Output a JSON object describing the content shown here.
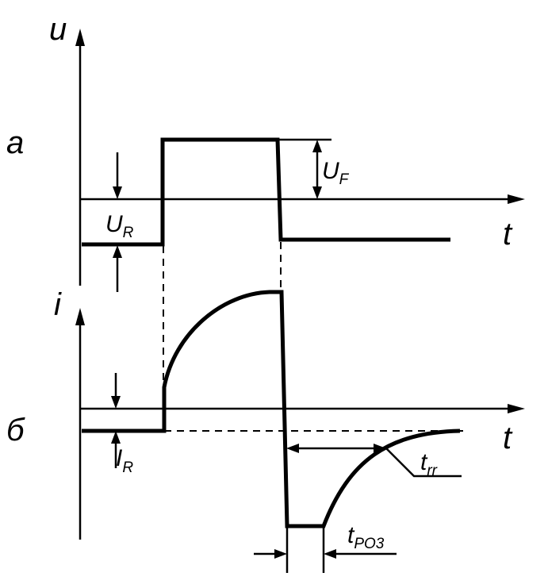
{
  "panel_a": {
    "panel_label": "а",
    "y_axis_label": "u",
    "x_axis_label": "t",
    "forward_voltage": {
      "symbol": "U",
      "subscript": "F"
    },
    "reverse_voltage": {
      "symbol": "U",
      "subscript": "R"
    }
  },
  "panel_b": {
    "panel_label": "б",
    "y_axis_label": "i",
    "x_axis_label": "t",
    "reverse_current": {
      "symbol": "I",
      "subscript": "R"
    },
    "recovery_time": {
      "symbol": "t",
      "subscript": "rr"
    },
    "resolution_time": {
      "symbol": "t",
      "subscript": "PO3"
    }
  }
}
